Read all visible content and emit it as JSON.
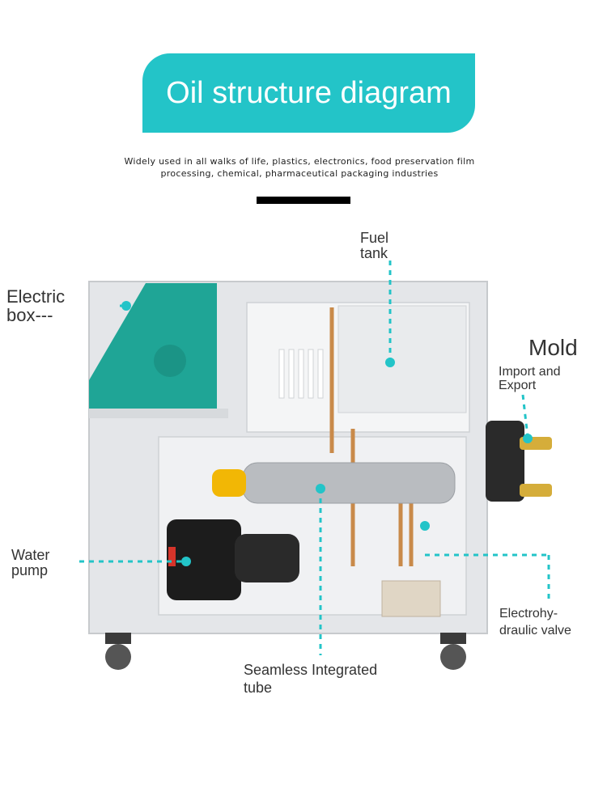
{
  "header": {
    "title": "Oil structure diagram",
    "subtitle_line1": "Widely used in all walks of life, plastics, electronics, food preservation film",
    "subtitle_line2": "processing, chemical, pharmaceutical packaging industries"
  },
  "callouts": {
    "fuel_tank_1": "Fuel",
    "fuel_tank_2": "tank",
    "electric_box_1": "Electric",
    "electric_box_2": "box---",
    "mold": "Mold",
    "import_export_1": "Import and",
    "import_export_2": "Export",
    "water_pump_1": "Water",
    "water_pump_2": "pump",
    "valve_1": "Electrohy-",
    "valve_2": "draulic valve",
    "tube_1": "Seamless Integrated",
    "tube_2": "tube"
  },
  "colors": {
    "accent": "#23c4c8",
    "panel_teal": "#1fa596",
    "cabinet": "#e8eaed",
    "pump": "#1c1c1c",
    "cap": "#f2b705",
    "copper": "#c98a4a"
  }
}
